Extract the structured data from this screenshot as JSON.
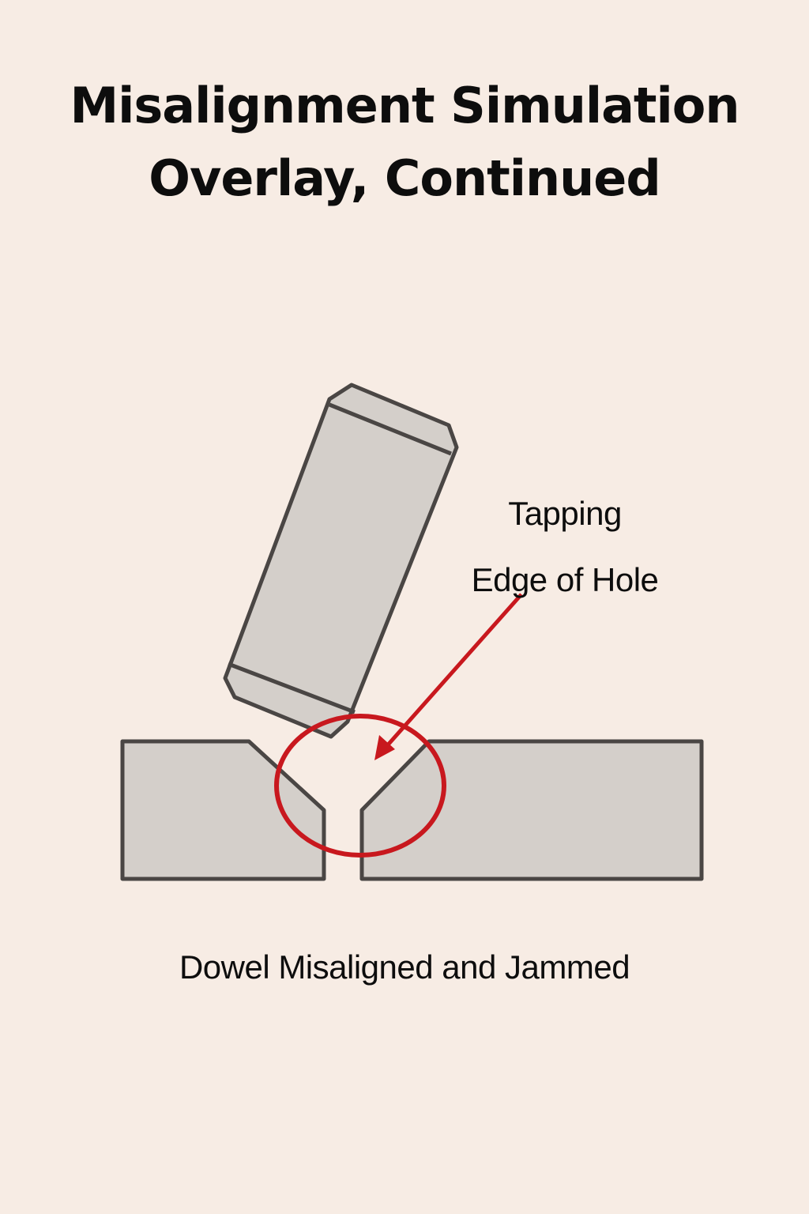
{
  "title": {
    "line1": "Misalignment Simulation",
    "line2": "Overlay, Continued"
  },
  "callout": {
    "line1": "Tapping",
    "line2": "Edge of Hole"
  },
  "caption": "Dowel Misaligned and Jammed",
  "colors": {
    "background": "#f7ece4",
    "part_fill": "#d4cfca",
    "outline": "#4a4644",
    "highlight": "#c8181e",
    "text": "#0d0d0d"
  }
}
